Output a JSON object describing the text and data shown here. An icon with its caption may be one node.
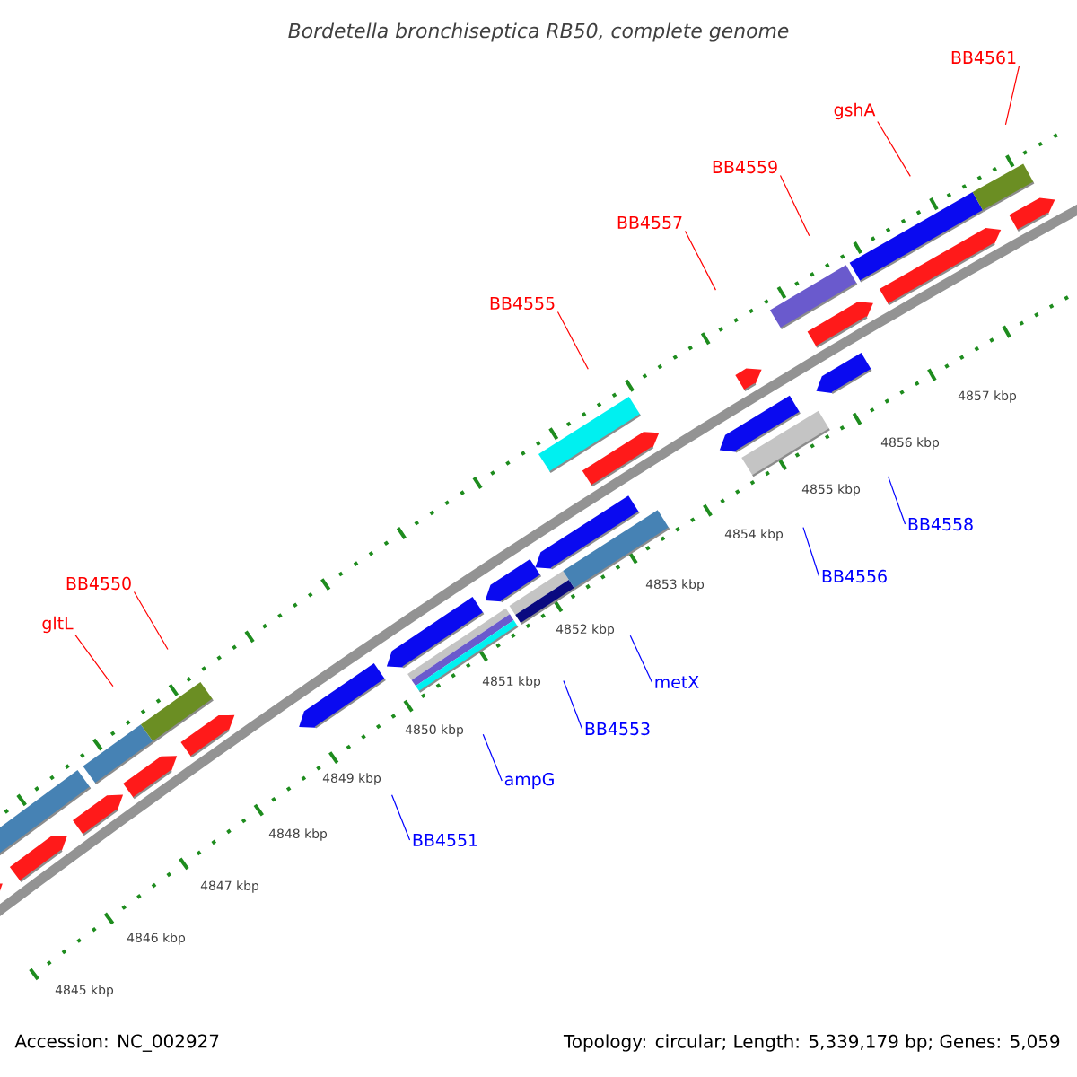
{
  "diagram": {
    "title": "Bordetella bronchiseptica RB50, complete genome",
    "nodes": [
      {
        "text": [
          "BB4561"
        ]
      },
      {
        "text": [
          "gshA"
        ]
      },
      {
        "text": [
          "BB4559"
        ]
      },
      {
        "text": [
          "BB4557"
        ]
      },
      {
        "text": [
          "BB4555"
        ]
      },
      {
        "text": [
          "BB4550"
        ]
      },
      {
        "text": [
          "gltL"
        ]
      },
      {
        "text": [
          "BB4558"
        ]
      },
      {
        "text": [
          "BB4556"
        ]
      },
      {
        "text": [
          "metX"
        ]
      },
      {
        "text": [
          "BB4553"
        ]
      },
      {
        "text": [
          "ampG"
        ]
      },
      {
        "text": [
          "BB4551"
        ]
      }
    ],
    "edges": [
      {
        "from": 0,
        "to": null,
        "arrow": "none",
        "color": "#ff0000"
      },
      {
        "from": 1,
        "to": null,
        "arrow": "none",
        "color": "#ff0000"
      },
      {
        "from": 2,
        "to": null,
        "arrow": "none",
        "color": "#ff0000"
      },
      {
        "from": 3,
        "to": null,
        "arrow": "none",
        "color": "#ff0000"
      },
      {
        "from": 4,
        "to": null,
        "arrow": "none",
        "color": "#ff0000"
      },
      {
        "from": 5,
        "to": null,
        "arrow": "none",
        "color": "#ff0000"
      },
      {
        "from": 6,
        "to": null,
        "arrow": "none",
        "color": "#ff0000"
      },
      {
        "from": 7,
        "to": null,
        "arrow": "none",
        "color": "#0000ff"
      },
      {
        "from": 8,
        "to": null,
        "arrow": "none",
        "color": "#0000ff"
      },
      {
        "from": 9,
        "to": null,
        "arrow": "none",
        "color": "#0000ff"
      },
      {
        "from": 10,
        "to": null,
        "arrow": "none",
        "color": "#0000ff"
      },
      {
        "from": 11,
        "to": null,
        "arrow": "none",
        "color": "#0000ff"
      },
      {
        "from": 12,
        "to": null,
        "arrow": "none",
        "color": "#0000ff"
      }
    ],
    "labels": [
      "4845 kbp",
      "4846 kbp",
      "4847 kbp",
      "4848 kbp",
      "4849 kbp",
      "4850 kbp",
      "4851 kbp",
      "4852 kbp",
      "4853 kbp",
      "4854 kbp",
      "4855 kbp",
      "4856 kbp",
      "4857 kbp",
      "Accession: NC_002927",
      "Topology: circular; Length: 5,339,179 bp; Genes: 5,059"
    ]
  }
}
